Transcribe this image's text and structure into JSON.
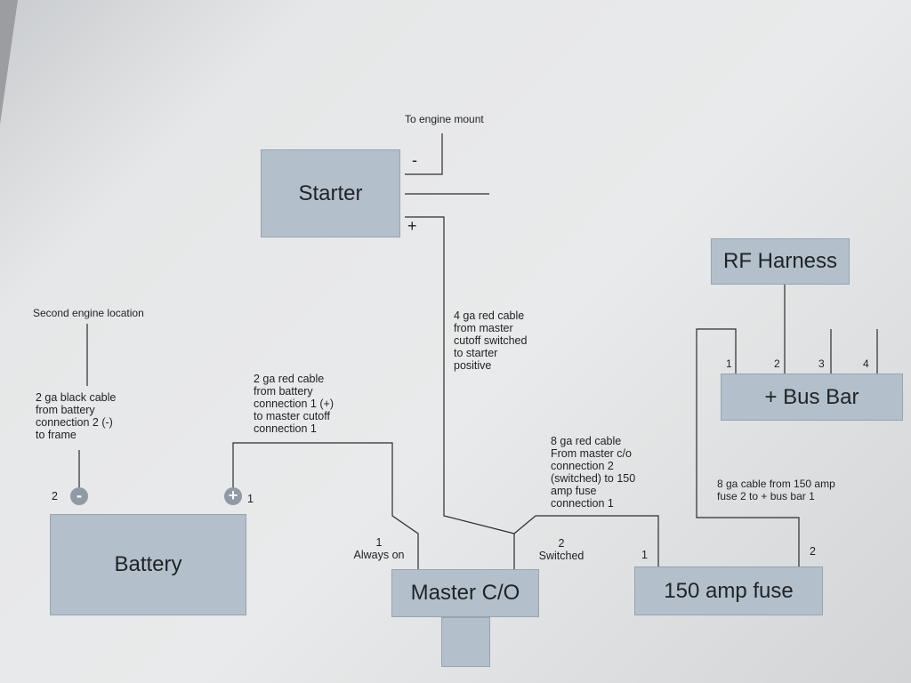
{
  "components": {
    "starter": "Starter",
    "rf_harness": "RF Harness",
    "bus_bar": "+ Bus Bar",
    "battery": "Battery",
    "master_co": "Master C/O",
    "fuse": "150 amp fuse"
  },
  "terminals": {
    "starter_neg": "-",
    "starter_pos": "+",
    "battery_neg": "-",
    "battery_pos": "+",
    "battery_neg_num": "2",
    "battery_pos_num": "1",
    "bus_1": "1",
    "bus_2": "2",
    "bus_3": "3",
    "bus_4": "4",
    "master_1": "1\nAlways on",
    "master_2": "2\nSwitched",
    "fuse_1": "1",
    "fuse_2": "2"
  },
  "labels": {
    "engine_mount": "To engine mount",
    "second_engine": "Second engine location",
    "black_cable": "2 ga black cable\nfrom battery\nconnection 2 (-)\nto frame",
    "red_cable_2ga": "2 ga red cable\nfrom battery\nconnection 1 (+)\nto master cutoff\nconnection 1",
    "red_cable_4ga": "4 ga red cable\nfrom master\ncutoff switched\nto starter\npositive",
    "red_cable_8ga": "8 ga red cable\nFrom master c/o\nconnection 2\n(switched) to 150\namp fuse\nconnection 1",
    "cable_8ga_bus": "8 ga cable from 150 amp\nfuse 2 to + bus bar 1"
  }
}
